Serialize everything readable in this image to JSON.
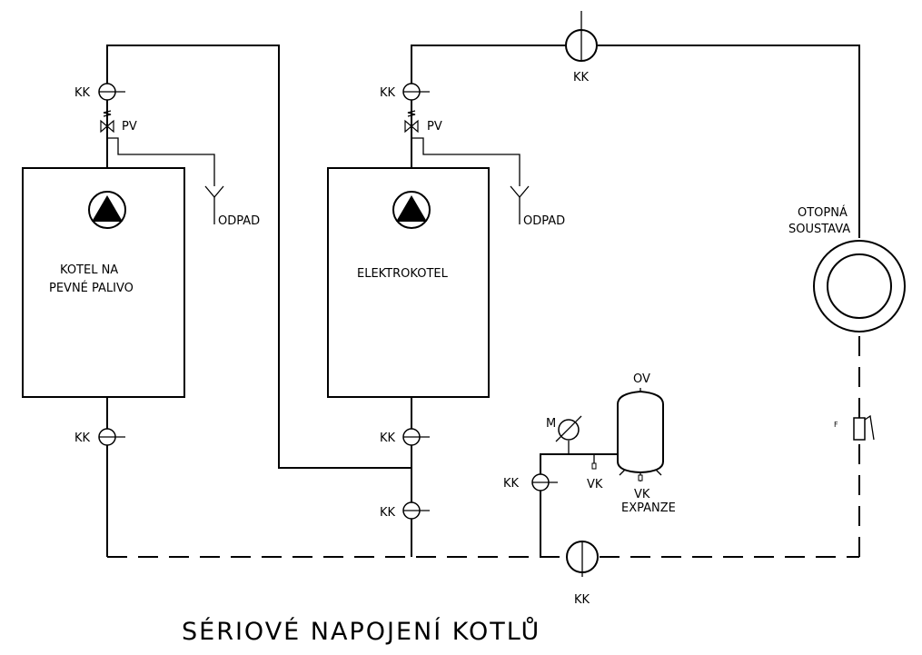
{
  "diagram": {
    "title": "SÉRIOVÉ NAPOJENÍ KOTLŮ",
    "boilers": [
      {
        "name_line1": "KOTEL NA",
        "name_line2": "PEVNÉ PALIVO"
      },
      {
        "name_line1": "ELEKTROKOTEL"
      }
    ],
    "valve_label": "KK",
    "safety_valve_label": "PV",
    "drain_label": "ODPAD",
    "heating_system": {
      "line1": "OTOPNÁ",
      "line2": "SOUSTAVA"
    },
    "expansion": {
      "tank_label": "OV",
      "name": "EXPANZE",
      "gauge_label": "M",
      "drain_valve_label": "VK"
    },
    "filter_label": "F"
  }
}
